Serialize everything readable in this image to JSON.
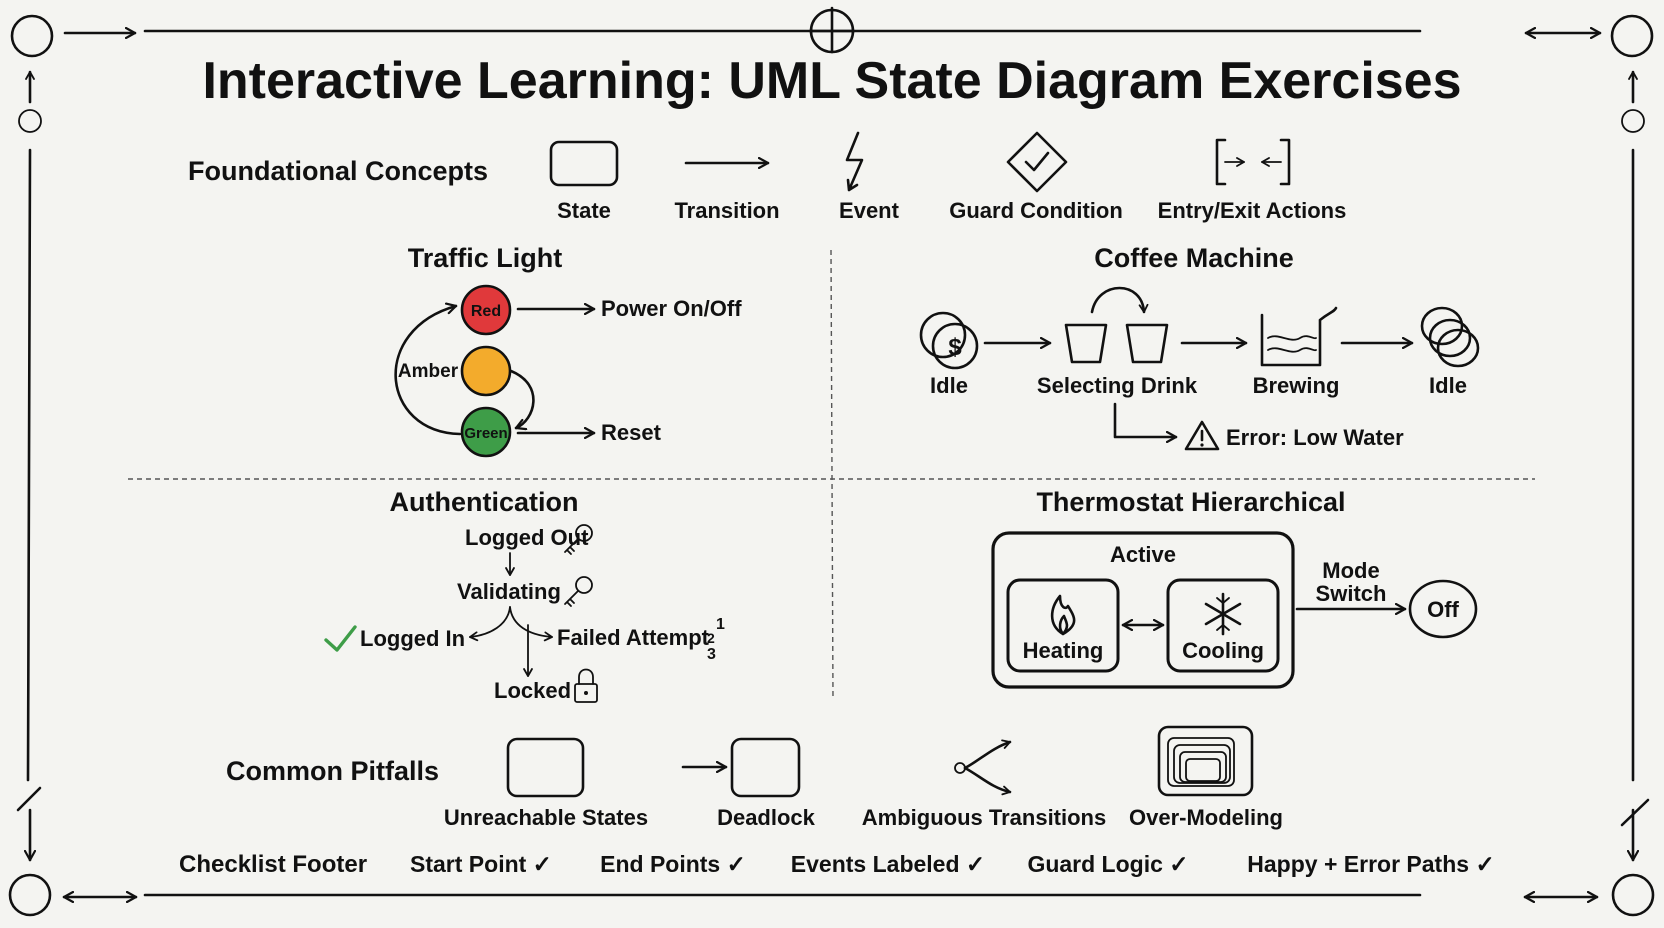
{
  "title": "Interactive Learning: UML State Diagram Exercises",
  "foundational": {
    "heading": "Foundational Concepts",
    "items": [
      "State",
      "Transition",
      "Event",
      "Guard Condition",
      "Entry/Exit Actions"
    ]
  },
  "traffic_light": {
    "heading": "Traffic Light",
    "states": [
      "Red",
      "Amber",
      "Green"
    ],
    "labels": [
      "Power On/Off",
      "Reset"
    ],
    "colors": {
      "red": "#e0393b",
      "amber": "#f3ab2c",
      "green": "#3e9d48"
    }
  },
  "coffee_machine": {
    "heading": "Coffee Machine",
    "states": [
      "Idle",
      "Selecting Drink",
      "Brewing",
      "Idle"
    ],
    "error": "Error: Low Water",
    "icons": [
      "coins-icon",
      "cups-icon",
      "water-pot-icon",
      "coins-stack-icon",
      "warning-icon"
    ]
  },
  "authentication": {
    "heading": "Authentication",
    "states": [
      "Logged Out",
      "Validating",
      "Logged In",
      "Failed Attempt",
      "Locked"
    ],
    "attempt_marks": [
      "1",
      "2",
      "3"
    ],
    "icons": [
      "key-icon",
      "check-icon",
      "lock-icon"
    ]
  },
  "thermostat": {
    "heading": "Thermostat Hierarchical",
    "composite": "Active",
    "substates": [
      "Heating",
      "Cooling"
    ],
    "transition": [
      "Mode",
      "Switch"
    ],
    "end_state": "Off",
    "icons": [
      "flame-icon",
      "snowflake-icon"
    ]
  },
  "pitfalls": {
    "heading": "Common Pitfalls",
    "items": [
      "Unreachable States",
      "Deadlock",
      "Ambiguous Transitions",
      "Over-Modeling"
    ]
  },
  "checklist": {
    "heading": "Checklist Footer",
    "items": [
      "Start Point ✓",
      "End Points ✓",
      "Events Labeled ✓",
      "Guard Logic ✓",
      "Happy + Error Paths ✓"
    ]
  }
}
